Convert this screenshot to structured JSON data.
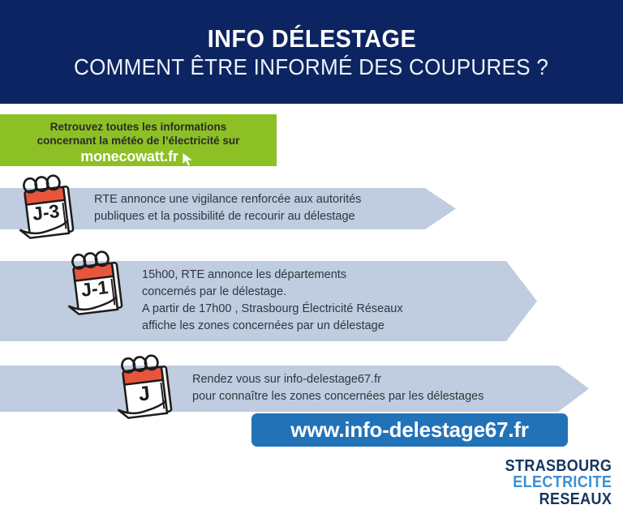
{
  "header": {
    "title": "INFO DÉLESTAGE",
    "subtitle": "COMMENT ÊTRE INFORMÉ DES COUPURES ?",
    "background_color": "#0c2461"
  },
  "promo_banner": {
    "line1": "Retrouvez toutes les informations",
    "line2": "concernant la météo de l’électricité sur",
    "site": "monecowatt.fr",
    "cursor_icon": "cursor-arrow-icon",
    "background_color": "#8cc024"
  },
  "timeline": {
    "bar_color": "#c0ccdf",
    "rows": [
      {
        "badge": "J-3",
        "icon": "calendar-icon",
        "lines": [
          "RTE annonce une vigilance renforcée aux autorités",
          "publiques et la possibilité de recourir au délestage"
        ]
      },
      {
        "badge": "J-1",
        "icon": "calendar-icon",
        "lines": [
          "15h00, RTE annonce les départements",
          "concernés par le délestage.",
          "A partir de 17h00 , Strasbourg Électricité Réseaux",
          "affiche les zones concernées par un délestage"
        ]
      },
      {
        "badge": "J",
        "icon": "calendar-icon",
        "lines": [
          "Rendez vous sur info-delestage67.fr",
          "pour connaître les zones concernées par les délestages"
        ]
      }
    ]
  },
  "url_button": {
    "label": "www.info-delestage67.fr",
    "background_color": "#2272b8"
  },
  "logo": {
    "line1": "STRASBOURG",
    "line2": "ELECTRICITE",
    "line3": "RESEAUX",
    "color_dark": "#16345f",
    "color_light": "#3a8fd4"
  }
}
